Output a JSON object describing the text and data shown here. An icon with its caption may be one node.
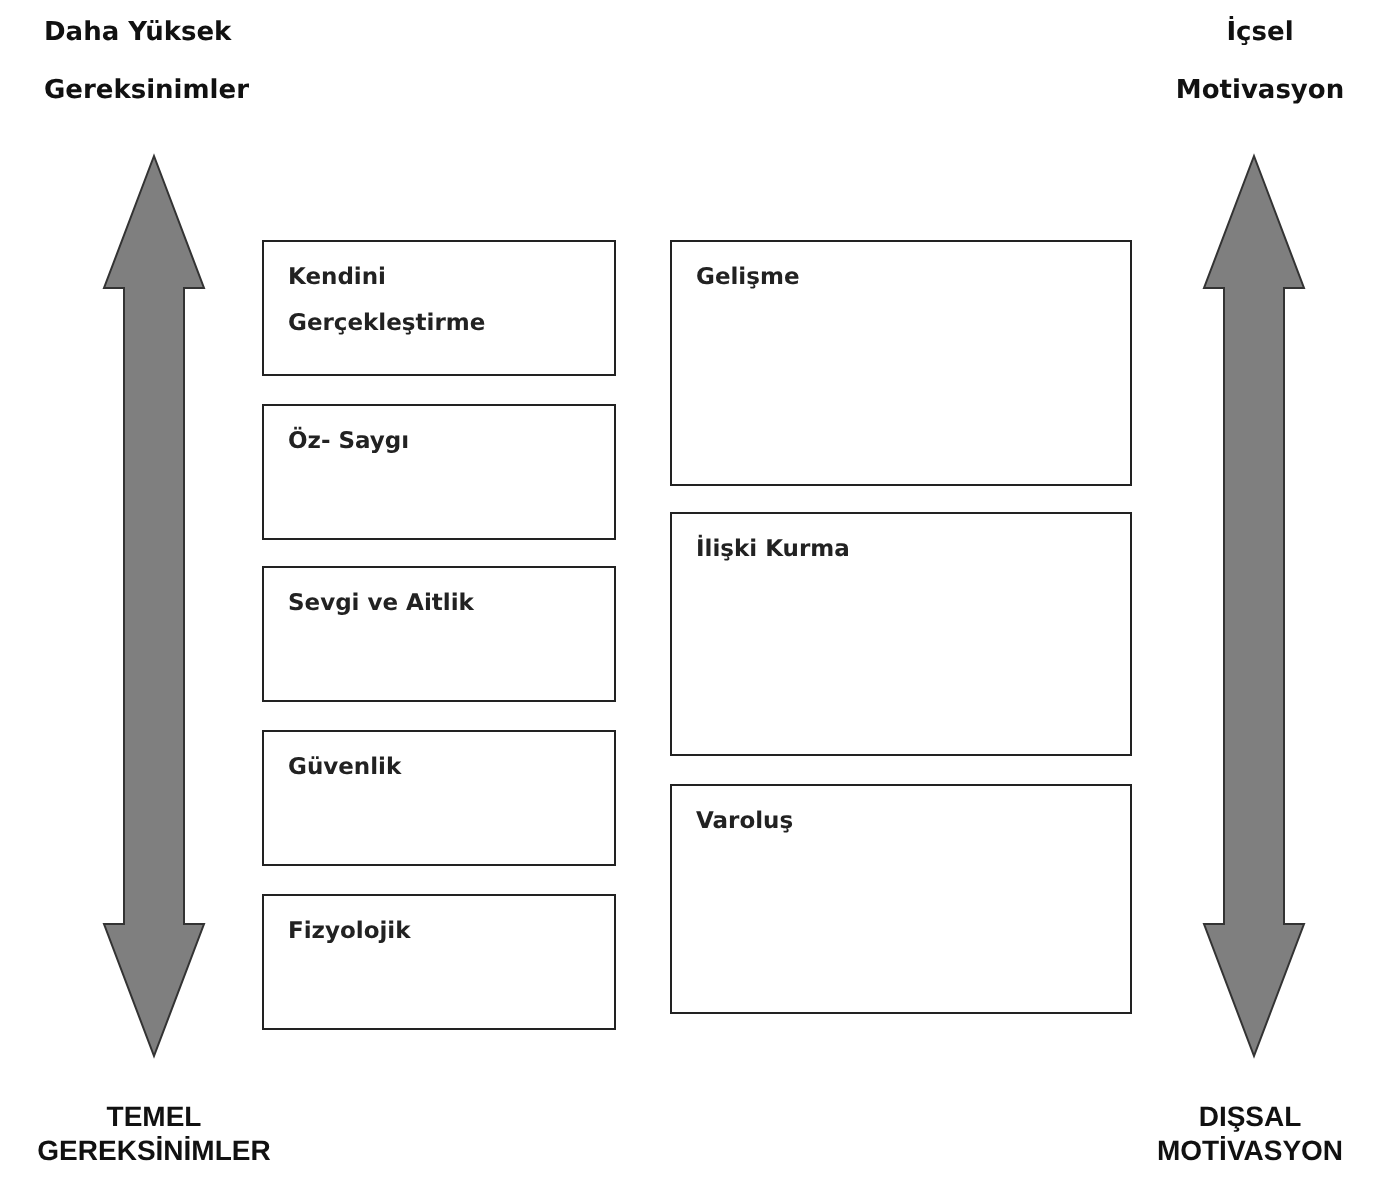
{
  "diagram": {
    "nodes": [
      {
        "text": [
          "Kendini Gerçekleştirme"
        ]
      },
      {
        "text": [
          "Öz- Saygı"
        ]
      },
      {
        "text": [
          "Sevgi ve Aitlik"
        ]
      },
      {
        "text": [
          "Güvenlik"
        ]
      },
      {
        "text": [
          "Fizyolojik"
        ]
      },
      {
        "text": [
          "Gelişme"
        ]
      },
      {
        "text": [
          "İlişki Kurma"
        ]
      },
      {
        "text": [
          "Varoluş"
        ]
      }
    ],
    "labels": [
      "Daha Yüksek Gereksinimler",
      "İçsel Motivasyon",
      "TEMEL GEREKSİNİMLER",
      "DIŞSAL MOTİVASYON"
    ]
  }
}
